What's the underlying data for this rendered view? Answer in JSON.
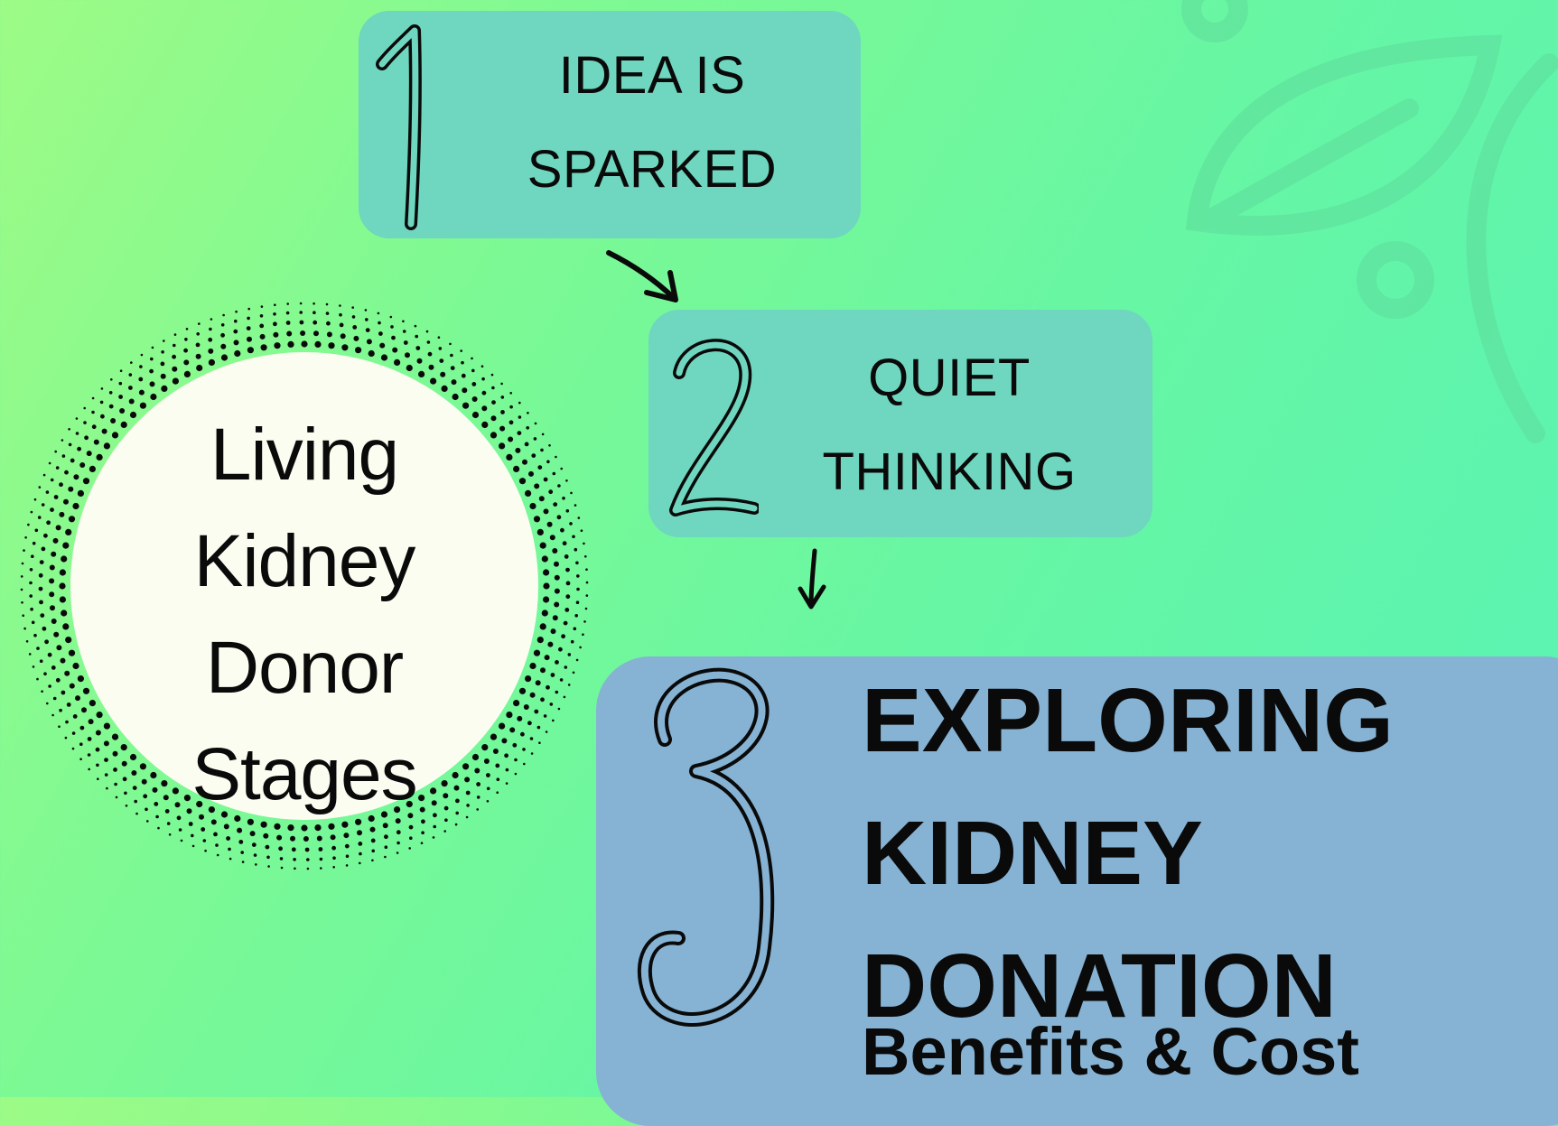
{
  "center": {
    "lines": [
      "Living",
      "Kidney",
      "Donor",
      "Stages"
    ]
  },
  "stages": [
    {
      "number": "1",
      "lines": [
        "IDEA IS",
        "SPARKED"
      ]
    },
    {
      "number": "2",
      "lines": [
        "QUIET",
        "THINKING"
      ]
    },
    {
      "number": "3",
      "lines": [
        "EXPLORING",
        "KIDNEY",
        "DONATION"
      ],
      "subtitle": "Benefits & Cost"
    }
  ],
  "colors": {
    "stage_box": "#6fd6bf",
    "stage3_box": "#86b2d3",
    "circle_fill": "#fcfdf1"
  }
}
